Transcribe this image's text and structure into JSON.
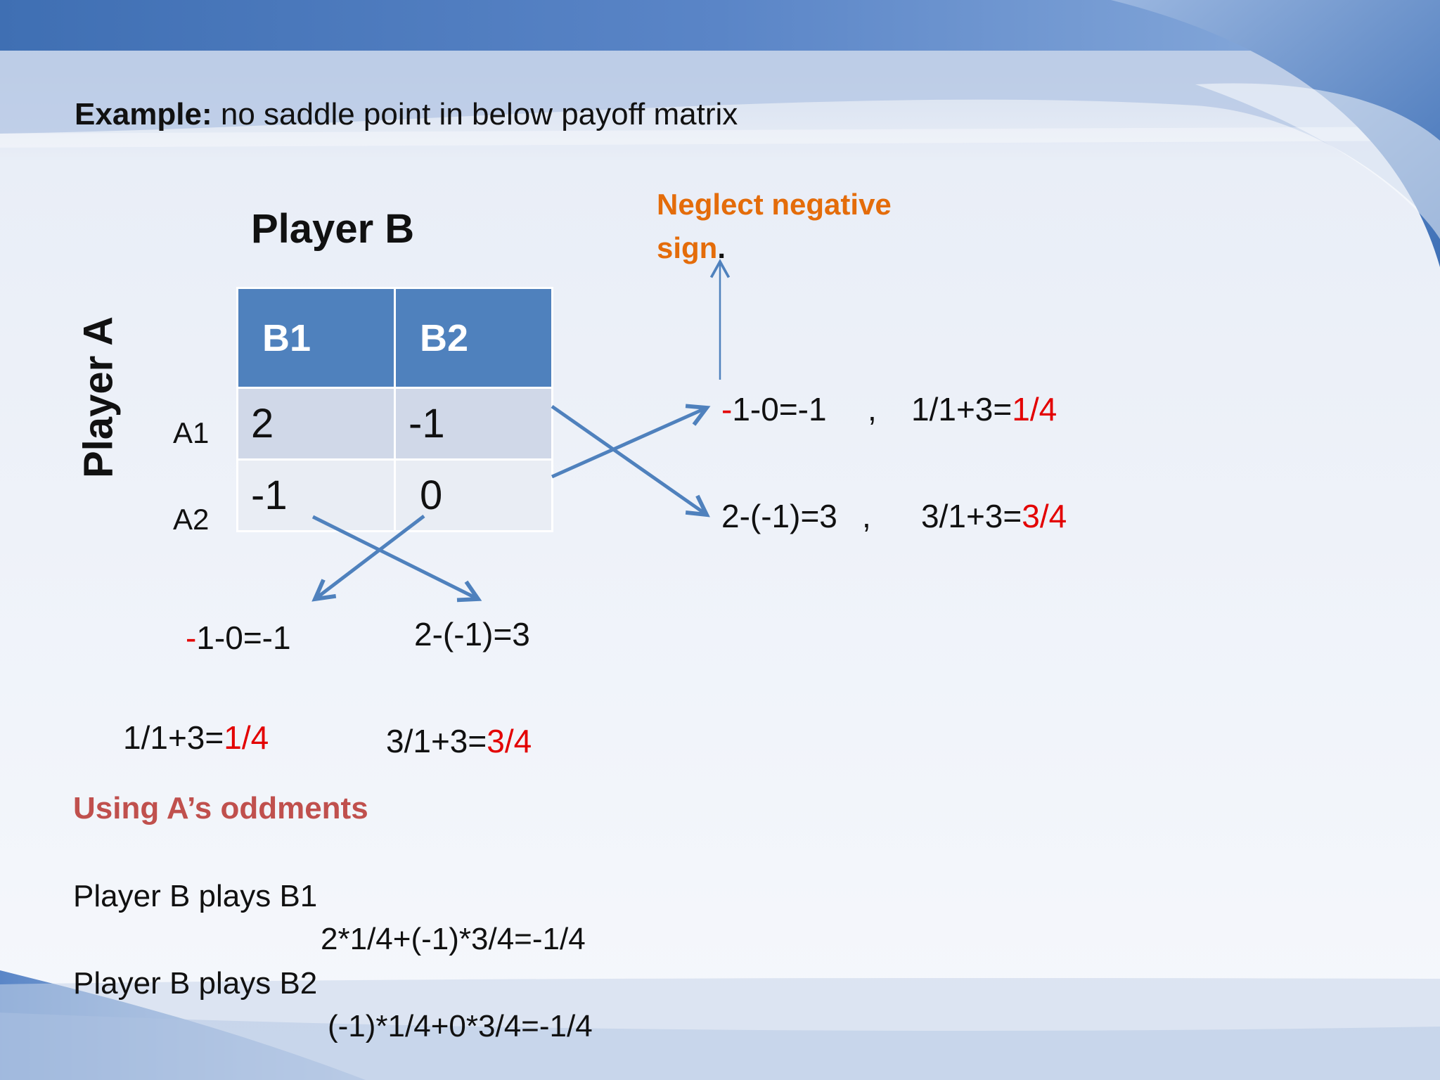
{
  "heading": {
    "bold": "Example:",
    "rest": " no saddle point in below payoff matrix"
  },
  "player_b": "Player B",
  "player_a": "Player A",
  "matrix": {
    "columns": [
      "B1",
      "B2"
    ],
    "rows": [
      {
        "label": "A1",
        "cells": [
          "2",
          "-1"
        ]
      },
      {
        "label": "A2",
        "cells": [
          "-1",
          "0"
        ]
      }
    ]
  },
  "neglect_note": {
    "line1": "Neglect negative",
    "line2": "sign",
    "dot": "."
  },
  "row_oddments": {
    "a1": {
      "minus": "-",
      "odd": "1-0=-1",
      "comma": ",",
      "prob_prefix": "1/1+3=",
      "prob": "1/4"
    },
    "a2": {
      "odd": "2-(-1)=3",
      "comma": ",",
      "prob_prefix": "3/1+3=",
      "prob": "3/4"
    }
  },
  "column_oddments": {
    "b1": {
      "minus": "-",
      "odd": "1-0=-1",
      "prob_prefix": "1/1+3=",
      "prob": "1/4"
    },
    "b2": {
      "odd": "2-(-1)=3",
      "prob_prefix": "3/1+3=",
      "prob": "3/4"
    }
  },
  "oddments_heading": "Using A’s oddments",
  "computations": [
    {
      "label": "Player B plays B1",
      "expr": "2*1/4+(-1)*3/4=-1/4"
    },
    {
      "label": "Player B plays B2",
      "expr": "(-1)*1/4+0*3/4=-1/4"
    }
  ],
  "colors": {
    "header_blue": "#4f81bd",
    "row1": "#d0d8e8",
    "row2": "#e9edf4",
    "arrow": "#4f81bd",
    "note_orange": "#e46c0a",
    "heading_red": "#c0504d",
    "result_red": "#e30000"
  }
}
